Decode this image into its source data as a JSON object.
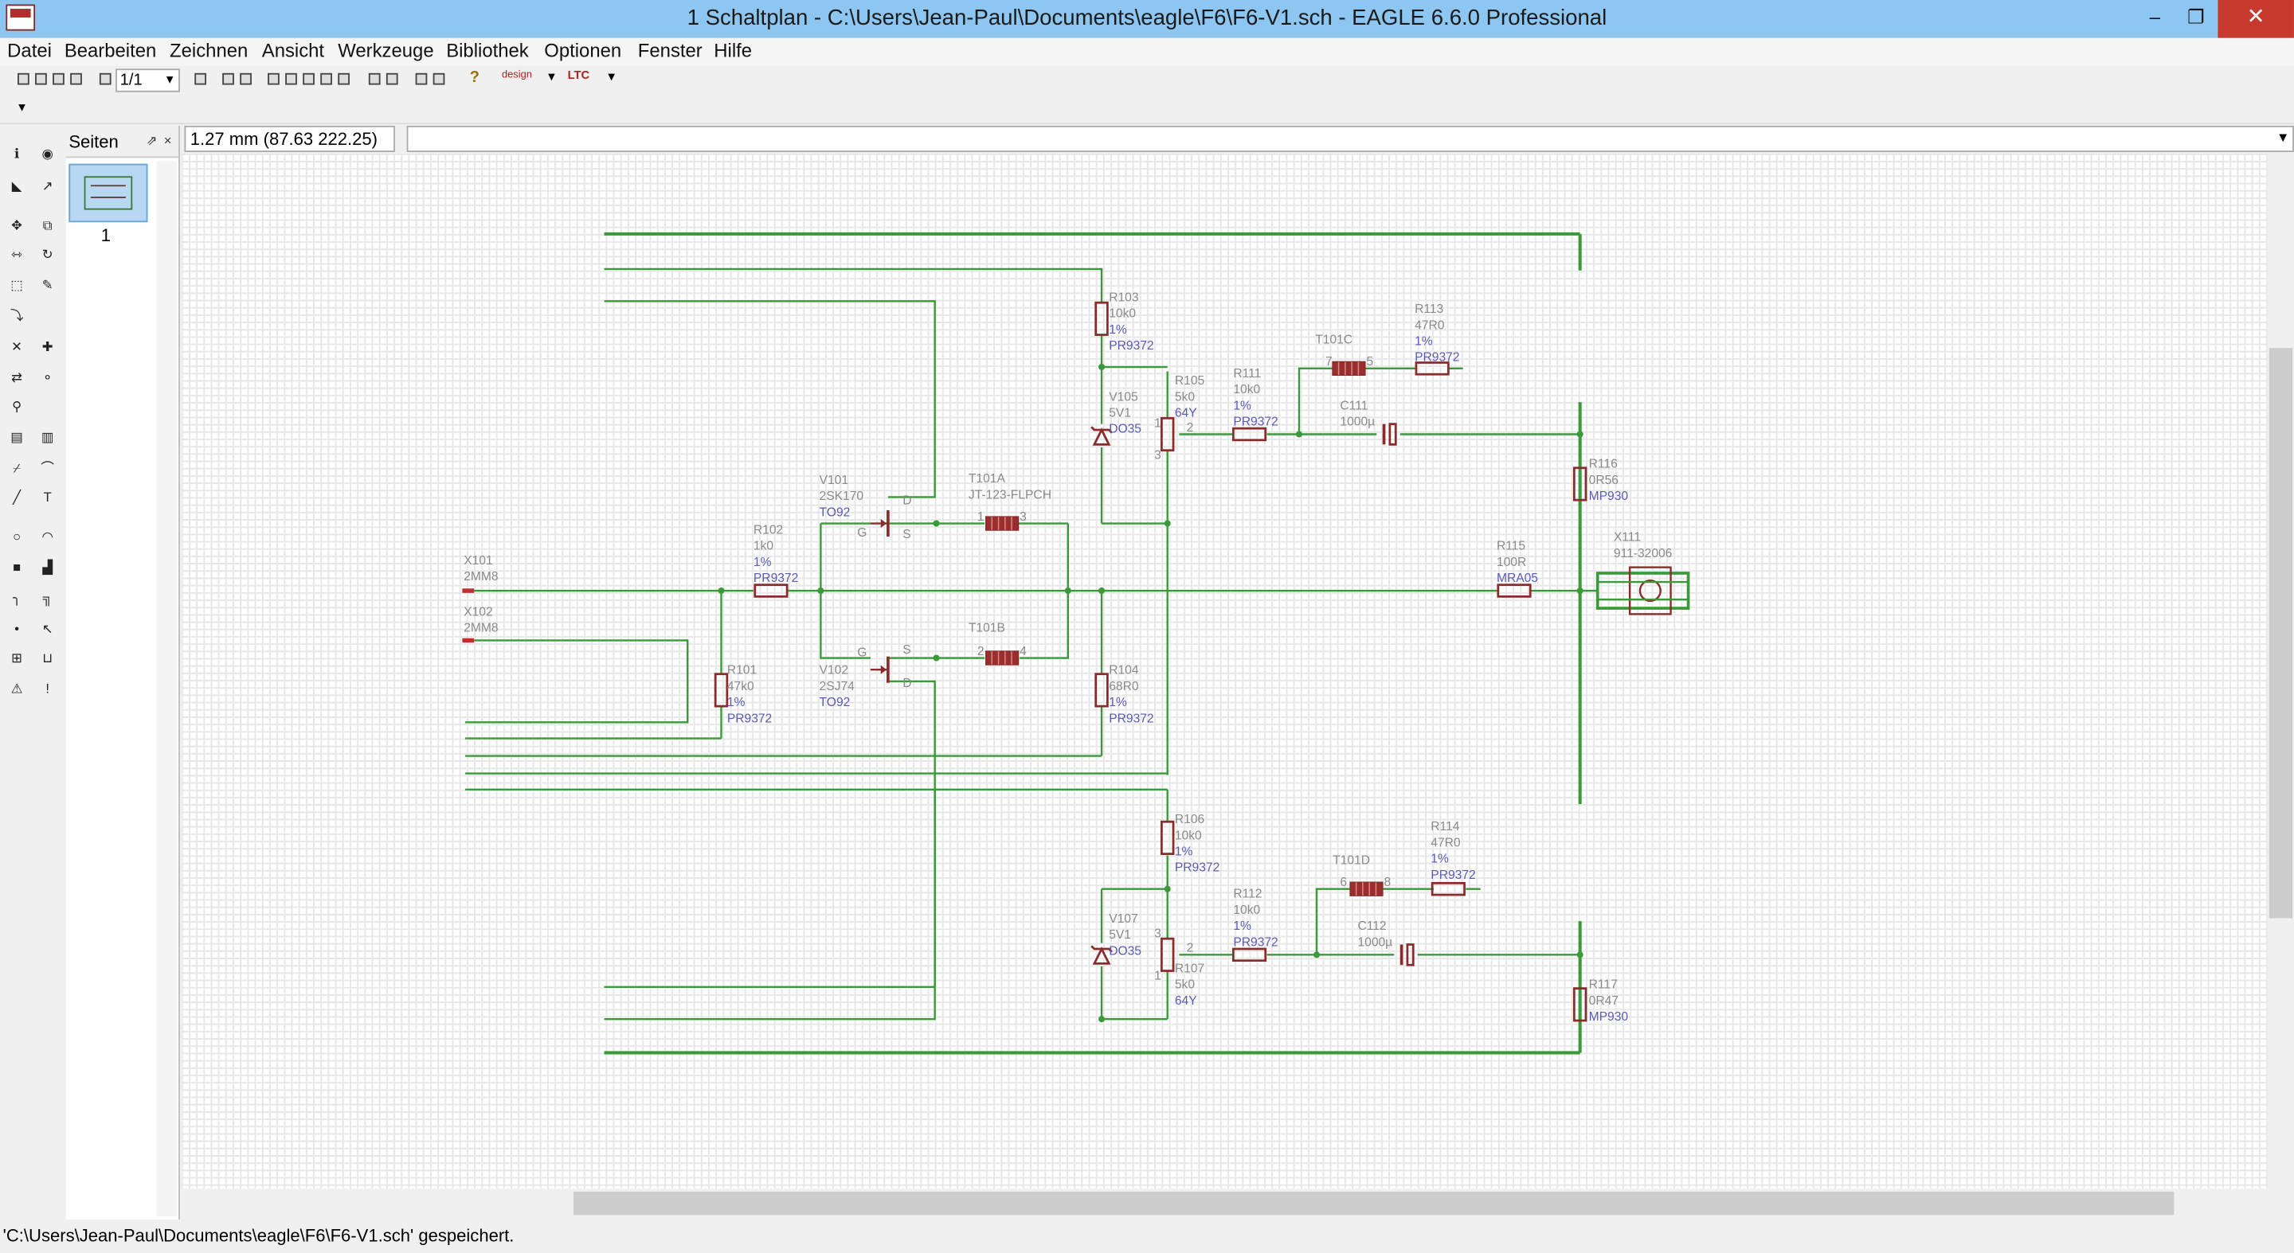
{
  "window": {
    "title": "1 Schaltplan - C:\\Users\\Jean-Paul\\Documents\\eagle\\F6\\F6-V1.sch - EAGLE 6.6.0 Professional",
    "minimize": "–",
    "restore": "❐",
    "close": "✕"
  },
  "menu": [
    "Datei",
    "Bearbeiten",
    "Zeichnen",
    "Ansicht",
    "Werkzeuge",
    "Bibliothek",
    "Optionen",
    "Fenster",
    "Hilfe"
  ],
  "toolbar": {
    "sheet_select": "1/1",
    "help": "?",
    "ltc_label": "LTC",
    "design_label": "design"
  },
  "sheets_panel": {
    "title": "Seiten",
    "page_number": "1",
    "pin": "⇗",
    "close": "×"
  },
  "coordinate": "1.27 mm (87.63 222.25)",
  "command_input": "",
  "status": "'C:\\Users\\Jean-Paul\\Documents\\eagle\\F6\\F6-V1.sch' gespeichert.",
  "colors": {
    "net": "#3a9a3a",
    "part": "#8b2c2c",
    "name": "#8a8a8a",
    "value": "#5a5ab4"
  },
  "schematic": {
    "parts": [
      {
        "name": "R103",
        "value": "10k0",
        "tol": "1%",
        "pkg": "PR9372"
      },
      {
        "name": "R113",
        "value": "47R0",
        "tol": "1%",
        "pkg": "PR9372"
      },
      {
        "name": "T101C",
        "pin_a": "7",
        "pin_b": "5"
      },
      {
        "name": "V105",
        "value": "5V1",
        "pkg": "DO35"
      },
      {
        "name": "R105",
        "value": "5k0",
        "pkg": "64Y"
      },
      {
        "name": "R111",
        "value": "10k0",
        "tol": "1%",
        "pkg": "PR9372"
      },
      {
        "name": "C111",
        "value": "1000µ"
      },
      {
        "name": "V101",
        "value": "2SK170",
        "pkg": "TO92"
      },
      {
        "name": "T101A",
        "value": "JT-123-FLPCH",
        "pin_a": "1",
        "pin_b": "3"
      },
      {
        "name": "R116",
        "value": "0R56",
        "pkg": "MP930"
      },
      {
        "name": "R102",
        "value": "1k0",
        "tol": "1%",
        "pkg": "PR9372"
      },
      {
        "name": "X101",
        "value": "2MM8"
      },
      {
        "name": "X102",
        "value": "2MM8"
      },
      {
        "name": "R115",
        "value": "100R",
        "pkg": "MRA05"
      },
      {
        "name": "X111",
        "value": "911-32006"
      },
      {
        "name": "T101B",
        "pin_a": "2",
        "pin_b": "4"
      },
      {
        "name": "V102",
        "value": "2SJ74",
        "pkg": "TO92"
      },
      {
        "name": "R101",
        "value": "47k0",
        "tol": "1%",
        "pkg": "PR9372"
      },
      {
        "name": "R104",
        "value": "68R0",
        "tol": "1%",
        "pkg": "PR9372"
      },
      {
        "name": "R106",
        "value": "10k0",
        "tol": "1%",
        "pkg": "PR9372"
      },
      {
        "name": "R114",
        "value": "47R0",
        "tol": "1%",
        "pkg": "PR9372"
      },
      {
        "name": "T101D",
        "pin_a": "6",
        "pin_b": "8"
      },
      {
        "name": "V107",
        "value": "5V1",
        "pkg": "DO35"
      },
      {
        "name": "R112",
        "value": "10k0",
        "tol": "1%",
        "pkg": "PR9372"
      },
      {
        "name": "C112",
        "value": "1000µ"
      },
      {
        "name": "R107",
        "value": "5k0",
        "pkg": "64Y"
      },
      {
        "name": "R117",
        "value": "0R47",
        "pkg": "MP930"
      }
    ],
    "pin_labels": {
      "gate": "G",
      "drain": "D",
      "source": "S",
      "wiper": "2",
      "one": "1",
      "three": "3"
    }
  }
}
